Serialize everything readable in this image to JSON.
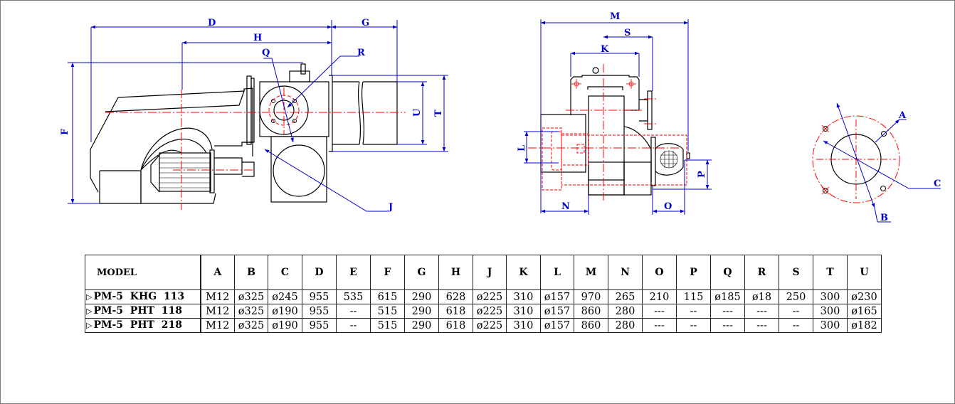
{
  "drawing": {
    "colors": {
      "dimension": "#0000cc",
      "centerline": "#ff0000",
      "outline": "#000000",
      "hidden": "#ff0000"
    },
    "side_view_labels": {
      "D": "D",
      "H": "H",
      "G": "G",
      "Q": "Q",
      "R": "R",
      "F": "F",
      "U": "U",
      "T": "T",
      "J": "J"
    },
    "front_view_labels": {
      "M": "M",
      "S": "S",
      "K": "K",
      "L": "L",
      "N": "N",
      "O": "O",
      "P": "P"
    },
    "flange_view_labels": {
      "A": "A",
      "B": "B",
      "C": "C"
    }
  },
  "table": {
    "headers": [
      "MODEL",
      "A",
      "B",
      "C",
      "D",
      "E",
      "F",
      "G",
      "H",
      "J",
      "K",
      "L",
      "M",
      "N",
      "O",
      "P",
      "Q",
      "R",
      "S",
      "T",
      "U"
    ],
    "rows": [
      {
        "marker": "▷",
        "model": "PM-5  KHG  113",
        "values": [
          "M12",
          "ø325",
          "ø245",
          "955",
          "535",
          "615",
          "290",
          "628",
          "ø225",
          "310",
          "ø157",
          "970",
          "265",
          "210",
          "115",
          "ø185",
          "ø18",
          "250",
          "300",
          "ø230"
        ]
      },
      {
        "marker": "▷",
        "model": "PM-5  PHT  118",
        "values": [
          "M12",
          "ø325",
          "ø190",
          "955",
          "--",
          "515",
          "290",
          "618",
          "ø225",
          "310",
          "ø157",
          "860",
          "280",
          "---",
          "--",
          "---",
          "---",
          "--",
          "300",
          "ø165"
        ]
      },
      {
        "marker": "▷",
        "model": "PM-5  PHT  218",
        "values": [
          "M12",
          "ø325",
          "ø190",
          "955",
          "--",
          "515",
          "290",
          "618",
          "ø225",
          "310",
          "ø157",
          "860",
          "280",
          "---",
          "--",
          "---",
          "---",
          "--",
          "300",
          "ø182"
        ]
      }
    ]
  }
}
